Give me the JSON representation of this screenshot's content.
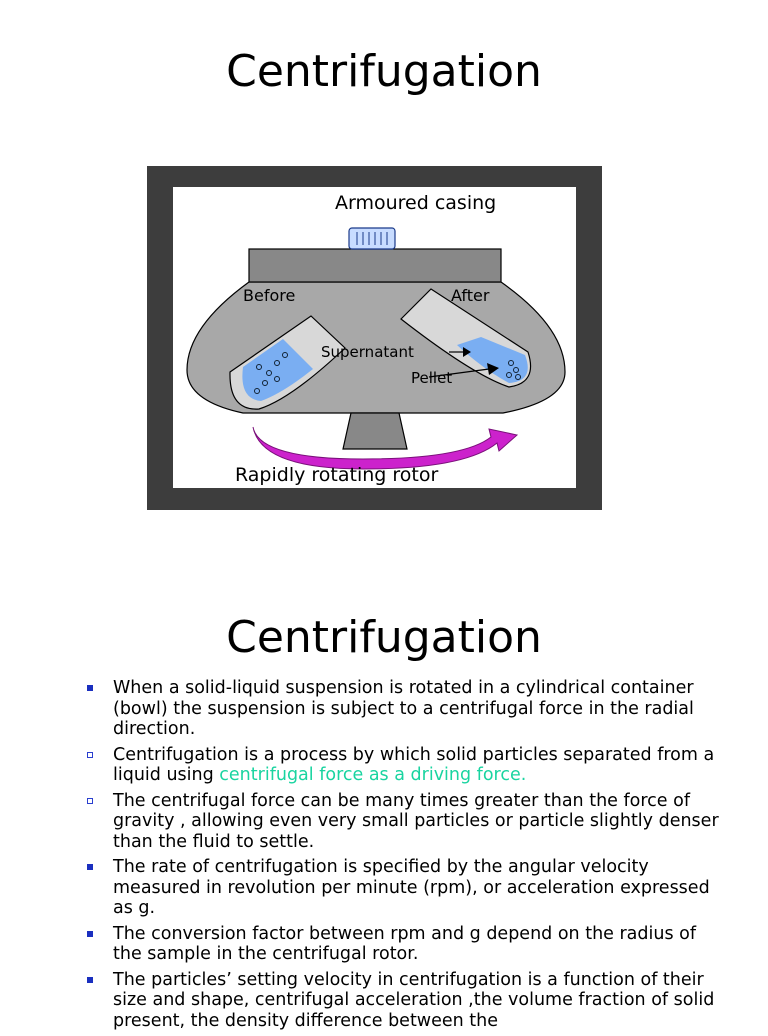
{
  "slide1": {
    "title": "Centrifugation",
    "figure": {
      "labels": {
        "casing": "Armoured casing",
        "before": "Before",
        "after": "After",
        "supernatant": "Supernatant",
        "pellet": "Pellet",
        "rotor": "Rapidly rotating rotor"
      },
      "colors": {
        "frame": "#3d3d3d",
        "body": "#a8a8a8",
        "liquid": "#7aaef2",
        "arrow": "#cc22cc"
      }
    }
  },
  "slide2": {
    "title": "Centrifugation",
    "bullets": [
      {
        "style": "solid",
        "text": "When a solid-liquid suspension is rotated in a cylindrical container (bowl) the suspension is subject to a centrifugal force in the radial direction."
      },
      {
        "style": "hollow",
        "text": "Centrifugation is a process by which solid particles separated from a liquid using ",
        "highlight": "centrifugal force as a driving force."
      },
      {
        "style": "hollow",
        "text": "The centrifugal force can be many times greater than the force of gravity , allowing even very small particles or particle slightly denser than the fluid to settle."
      },
      {
        "style": "solid",
        "text": "The rate of centrifugation is specified by the angular velocity measured in revolution per minute (rpm), or acceleration expressed as g."
      },
      {
        "style": "solid",
        "text": "The conversion factor between rpm and g depend on the radius of the sample in the centrifugal rotor."
      },
      {
        "style": "solid",
        "text": "The particles’ setting velocity in centrifugation is a function of their size and shape, centrifugal acceleration ,the volume fraction of solid present, the density difference between the"
      }
    ],
    "highlight_color": "#19d4a0"
  }
}
